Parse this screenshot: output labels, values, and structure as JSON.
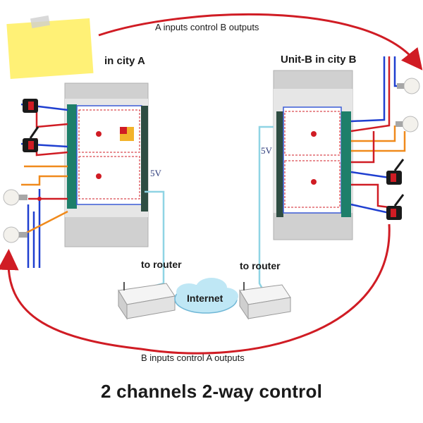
{
  "labels": {
    "unit_a": "in city A",
    "unit_b": "Unit-B in city B",
    "top_flow": "A inputs control B outputs",
    "bottom_flow": "B inputs control A outputs",
    "power_a": "5V",
    "power_b": "5V",
    "router_a": "to router",
    "router_b": "to router",
    "network": "Internet",
    "title": "2 channels 2-way control"
  },
  "colors": {
    "arrow": "#d01c24",
    "wire_blue": "#1f3fd0",
    "wire_red": "#d01c24",
    "wire_orange": "#f08a1c",
    "lan_cable": "#8fd4e4",
    "enclosure": "#d9d9d9",
    "pcb": "#1e7f6a",
    "note": "#fff176"
  },
  "icons": [
    "sticky-note-icon",
    "relay-board-icon",
    "router-icon",
    "cloud-icon",
    "light-bulb-icon",
    "toggle-switch-icon"
  ]
}
